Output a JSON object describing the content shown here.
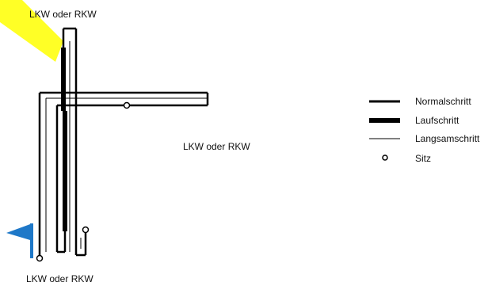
{
  "labels": {
    "top": "LKW oder RKW",
    "right": "LKW oder RKW",
    "bottom": "LKW oder RKW"
  },
  "legend": {
    "normal": "Normalschritt",
    "lauf": "Laufschritt",
    "langsam": "Langsamschritt",
    "sitz": "Sitz"
  },
  "colors": {
    "track": "#000000",
    "flag": "#1e78c8",
    "corner_highlight": "#ffff00"
  },
  "icons": {
    "flag": "flag-icon",
    "sitz": "circle-marker-icon"
  }
}
